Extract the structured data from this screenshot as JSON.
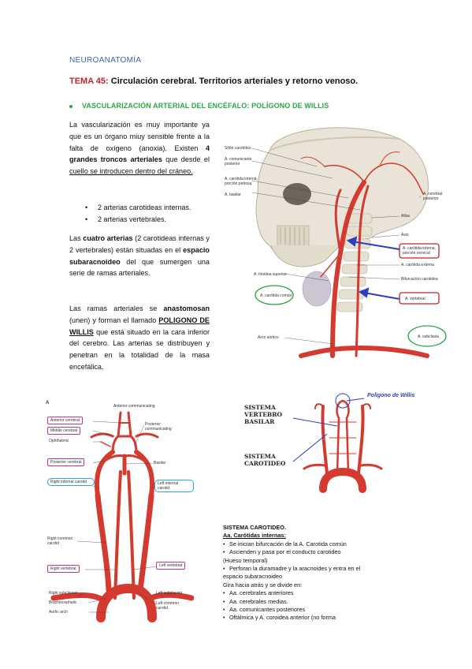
{
  "header": {
    "section": "NEUROANATOMÍA",
    "topic_num": "TEMA 45:",
    "topic_title": " Circulación cerebral. Territorios arteriales y retorno venoso.",
    "subheading": "VASCULARIZACIÓN ARTERIAL DEL ENCÉFALO: POLÍGONO DE WILLIS"
  },
  "para1": {
    "t1": "La vascularización es muy importante ya que es un órgano miuy sensible frente a la falta de oxígeno (anoxia). Existen ",
    "b1": "4 grandes troncos arteriales",
    "t2": " que desde el ",
    "u1": "cuello se introducen dentro del cráneo."
  },
  "list": [
    "2 arterias carotideas internas.",
    "2 arterias vertebrales."
  ],
  "para2": {
    "t1": "Las ",
    "b1": "cuatro arterias",
    "t2": " (2 carotideas internas y 2 vertebrales) están situadas en el ",
    "b2": "espacio subaracnoideo",
    "t3": " del que sumergen una serie de ramas arteriales."
  },
  "para3": {
    "t1": "Las ramas arteriales se ",
    "b1": "anastomosan",
    "t2": " (unen) y forman el llamado ",
    "bu1": "POLIGONO DE WILLIS",
    "t3": " que está situado en la cara inferior del cerebro. Las arterias se distribuyen y penetran en la totalidad de la masa encefálica."
  },
  "skull_fig": {
    "labels": [
      "Sifón carotídeo",
      "A. comunicante posterior",
      "A. carótida interna, porción petrosa",
      "A. basilar",
      "A. cerebral posterior",
      "Atlas",
      "Axis",
      "A. carótida interna, porción cervical",
      "A. carótida externa",
      "A. tiroidea superior",
      "Bifurcación carotidea",
      "A. carótida común",
      "A. vertebral",
      "Arco aórtico",
      "A. subclavia"
    ]
  },
  "willis_fig": {
    "letter": "A",
    "labels": [
      "Anterior communicating",
      "Anterior cerebral",
      "Middle cerebral",
      "Ophthalmic",
      "Posterior communicating",
      "Posterior cerebral",
      "Basilar",
      "Right internal carotid",
      "Left internal carotid",
      "Right common carotid",
      "Right vertebral",
      "Left vertebral",
      "Right subclavian",
      "Left subclavian",
      "Brachiocephalic",
      "Left common carotid",
      "Aortic arch"
    ]
  },
  "system_fig": {
    "title": "Polígono de Willis",
    "vertebro": "SISTEMA VERTEBRO BASILAR",
    "carotideo": "SISTEMA CAROTIDEO"
  },
  "carotid_text": {
    "title": "SISTEMA CAROTIDEO.",
    "subtitle": "Aa. Carótidas internas:",
    "item1": "Se inician bifurcación de la A. Carotida común",
    "item2": "Ascienden y pasa por el conducto carotideo",
    "note1": "(Hueso temporal)",
    "item3": "Perforan la duramadre y la aracnoides y entra en el espacio subaracnoideo",
    "note2": "Gira hacia atrás y se divide en:",
    "items": [
      "Aa. cerebrales anteriores",
      "Aa. cerebrales medias.",
      "Aa. comunicantes posteriores",
      "Oftálmica y A. coroidea anterior (no forma"
    ]
  },
  "colors": {
    "heading_blue": "#3a66b0",
    "topic_red": "#c0262c",
    "subhead_green": "#28a745",
    "artery_red": "#d43a2f",
    "box_purple": "#b8369a",
    "box_blue": "#29a3d8"
  }
}
